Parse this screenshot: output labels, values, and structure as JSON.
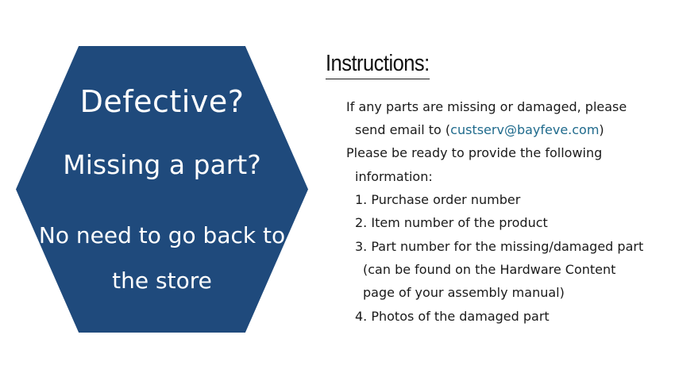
{
  "hexagon": {
    "line1": "Defective?",
    "line2": "Missing a part?",
    "line3a": "No need to go back to",
    "line3b": "the store",
    "fill_color": "#1f4a7c"
  },
  "instructions": {
    "title": "Instructions:",
    "intro_line1": "If any parts are missing or damaged, please",
    "intro_line2_prefix": "send email to (",
    "email": "custserv@bayfeve.com",
    "intro_line2_suffix": ")",
    "ready_line1": "Please be ready to provide the following",
    "ready_line2": "information:",
    "items": [
      "1. Purchase order number",
      "2. Item number of the product",
      "3. Part number for the missing/damaged part",
      "4. Photos of the damaged part"
    ],
    "item3_note_line1": "(can be found on the Hardware Content",
    "item3_note_line2": "page of your assembly manual)"
  }
}
